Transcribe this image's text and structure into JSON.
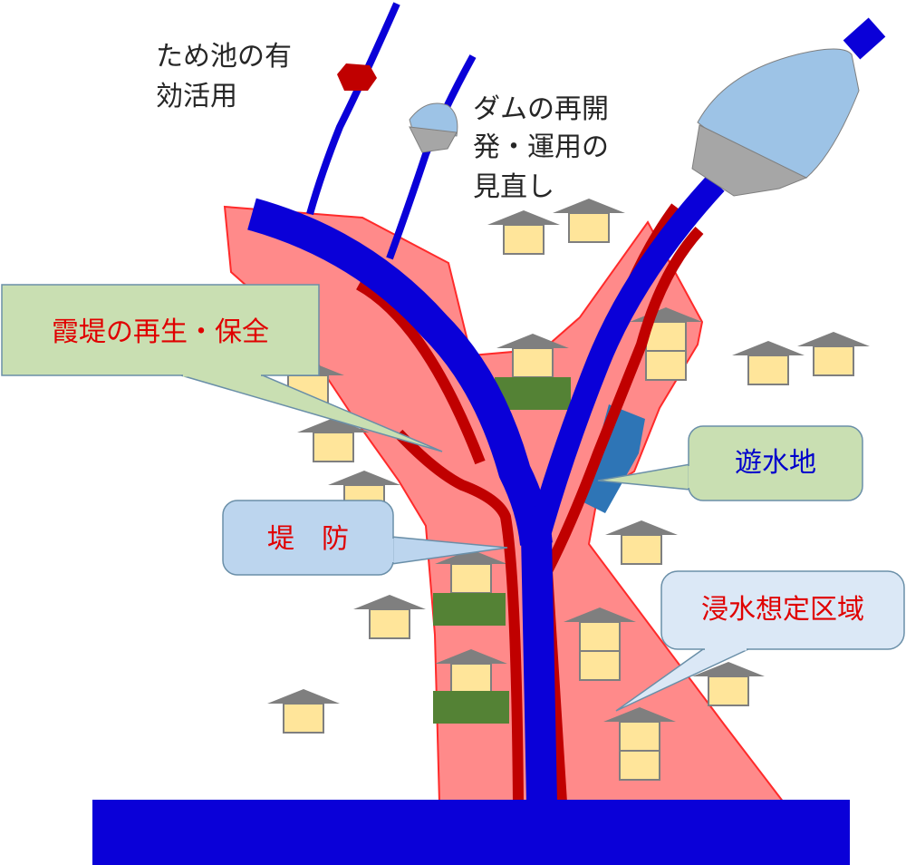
{
  "labels": {
    "tameike_line1": "ため池の有",
    "tameike_line2": "効活用",
    "dam_line1": "ダムの再開",
    "dam_line2": "発・運用の",
    "dam_line3": "見直し",
    "kasumitei": "霞堤の再生・保全",
    "yusuichi": "遊水地",
    "teibou": "堤　防",
    "shinsui": "浸水想定区域"
  },
  "colors": {
    "river": "#0a00d8",
    "levee": "#c00000",
    "flood_zone": "#ff8a8a",
    "flood_zone_edge": "#ff2a2a",
    "callout_green": "#c9dfb2",
    "callout_blue": "#bcd5ee",
    "callout_lightblue": "#dbe8f6",
    "house_wall": "#ffe59a",
    "house_roof": "#7f7f7f",
    "weir_green": "#548235",
    "retention_basin": "#2e75b6",
    "dam_body": "#9dc3e6",
    "dam_wall": "#a6a6a6",
    "pond_marker": "#c00000",
    "text_dark": "#262626",
    "text_red": "#e00000",
    "text_blue": "#0000cc"
  }
}
